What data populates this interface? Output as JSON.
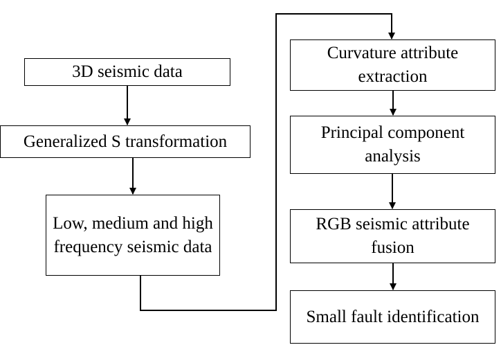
{
  "nodes": [
    {
      "id": "b1",
      "label": "3D seismic data"
    },
    {
      "id": "b2",
      "label": "Generalized S transformation"
    },
    {
      "id": "b3",
      "label": "Low, medium and high frequency seismic data"
    },
    {
      "id": "b4",
      "label": "Curvature attribute extraction"
    },
    {
      "id": "b5",
      "label": "Principal component analysis"
    },
    {
      "id": "b6",
      "label": "RGB seismic attribute fusion"
    },
    {
      "id": "b7",
      "label": "Small fault identification"
    }
  ],
  "edges": [
    {
      "from": "b1",
      "to": "b2"
    },
    {
      "from": "b2",
      "to": "b3"
    },
    {
      "from": "b3",
      "to": "b4"
    },
    {
      "from": "b4",
      "to": "b5"
    },
    {
      "from": "b5",
      "to": "b6"
    },
    {
      "from": "b6",
      "to": "b7"
    }
  ],
  "colors": {
    "stroke": "#000000",
    "background": "#ffffff",
    "text": "#000000"
  }
}
